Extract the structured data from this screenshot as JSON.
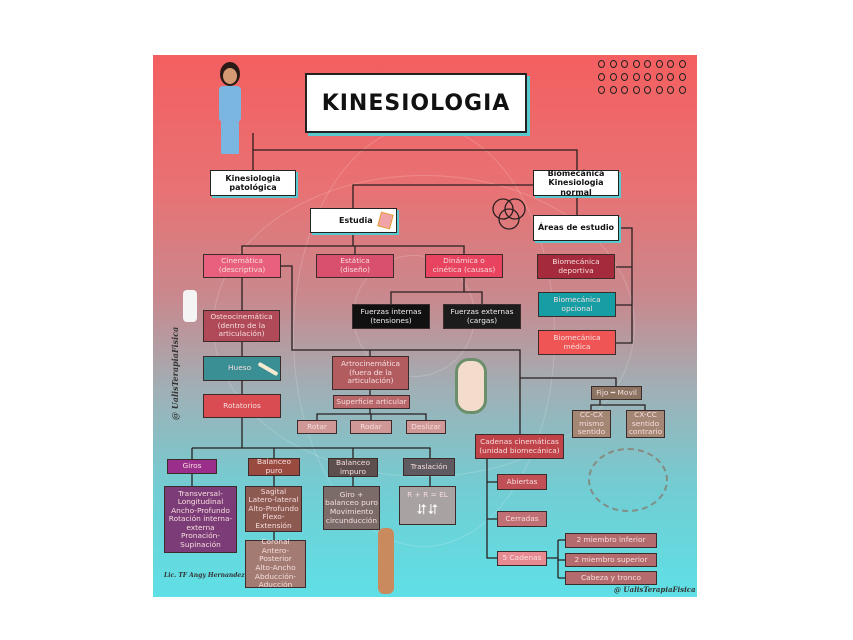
{
  "title": "KINESIOLOGIA",
  "branches": {
    "left": "Kinesiologia\npatológica",
    "right": "Biomecánica\nKinesiologia normal",
    "estudia": "Estudia",
    "areas": "Áreas de estudio"
  },
  "estudia_items": {
    "cinematica": "Cinemática\n(descriptiva)",
    "estatica": "Estática\n(diseño)",
    "dinamica": "Dinámica o\ncinética (causas)"
  },
  "fuerzas": {
    "internas": "Fuerzas internas\n(tensiones)",
    "externas": "Fuerzas externas\n(cargas)"
  },
  "areas_items": {
    "deportiva": "Biomecánica\ndeportiva",
    "opcional": "Biomecánica\nopcional",
    "medica": "Biomecánica\nmédica"
  },
  "osteo": {
    "osteocinematica": "Osteocinemática\n(dentro de la\narticulación)",
    "hueso": "Hueso",
    "rotatorios": "Rotatorios"
  },
  "artro": {
    "artrocinematica": "Artrocinemática\n(fuera de la\narticulación)",
    "superficie": "Superficie articular",
    "rotar": "Rotar",
    "rodar": "Rodar",
    "deslizar": "Deslizar"
  },
  "movimientos": {
    "giros": "Giros",
    "giros_detalle": "Transversal-\nLongitudinal\nAncho-Profundo\nRotación interna-\nexterna\nPronación-\nSupinación",
    "balanceo_puro": "Balanceo\npuro",
    "sagital": "Sagital\nLatero-lateral\nAlto-Profundo\nFlexo-\nExtensión",
    "coronal": "Coronal\nAntero-\nPosterior\nAlto-Ancho\nAbducción-\nAducción",
    "balanceo_impuro": "Balanceo\nimpuro",
    "impuro_detalle": "Giro +\nbalanceo puro\nMovimiento\ncircunducción",
    "traslacion": "Traslación",
    "traslacion_detalle": "R + R = EL"
  },
  "cadenas": {
    "fijo_movil": "Fijo ━ Movil",
    "cc_cx": "CC-CX\nmismo\nsentido",
    "cx_cc": "CX-CC\nsentido\ncontrario",
    "cadenas": "Cadenas cinemáticas\n(unidad biomecánica)",
    "abiertas": "Abiertas",
    "cerradas": "Cerradas",
    "cinco": "5 Cadenas",
    "inferior": "2 miembro inferior",
    "superior": "2 miembro superior",
    "cabeza": "Cabeza y tronco"
  },
  "credits": {
    "watermark_left": "@ UalisTerapiaFisica",
    "watermark_right": "@ UalisTerapiaFisica",
    "author": "Lic. TF Angy Hernandez"
  },
  "colors": {
    "gradient_top": "#f45f60",
    "gradient_bottom": "#5ee0e6",
    "accent_shadow": "#57c9cf"
  }
}
